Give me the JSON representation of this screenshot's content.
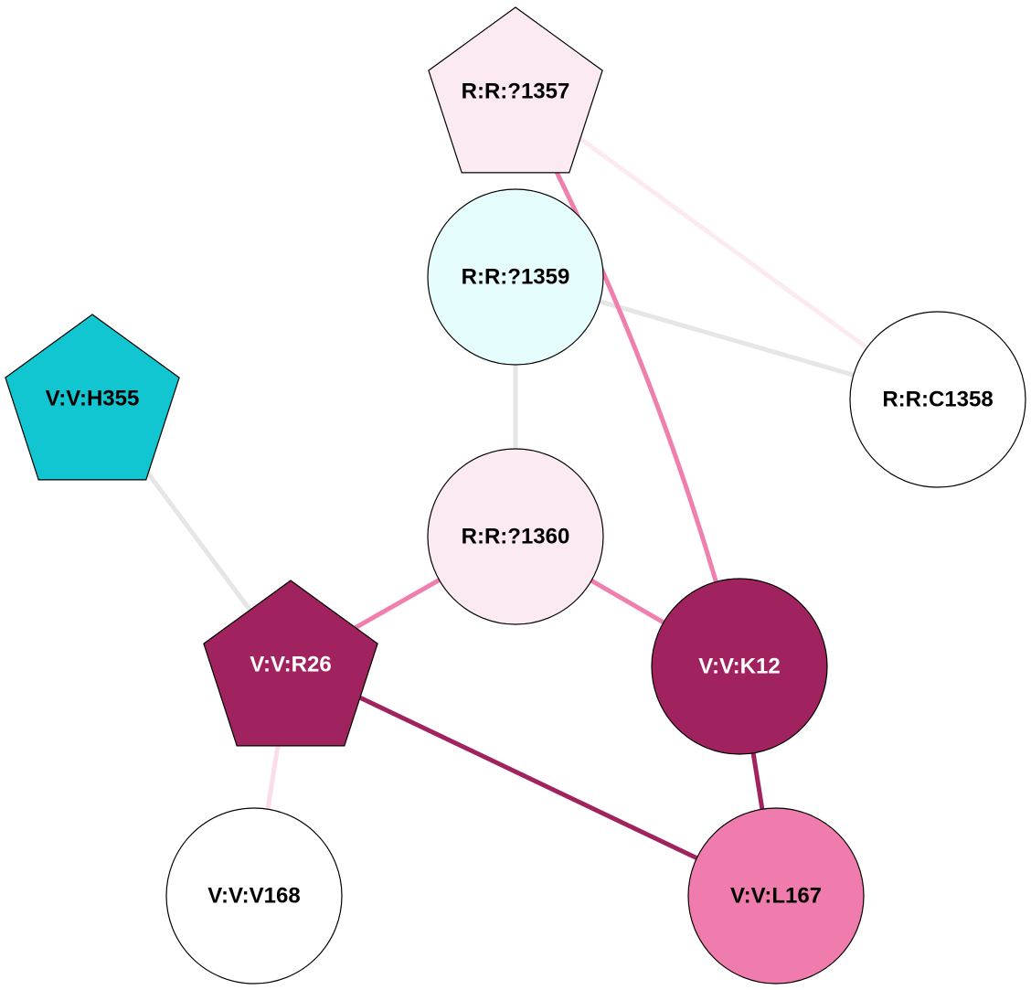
{
  "diagram": {
    "type": "residue-interaction-network",
    "colors": {
      "edge_gray": "#e6e6e6",
      "edge_light_pink": "#fcdcea",
      "edge_faint_pink": "#fbeaf2",
      "edge_pink": "#ef7fac",
      "edge_magenta": "#a0225e"
    },
    "nodes": [
      {
        "id": "n1357",
        "label": "R:R:?1357",
        "shape": "pentagon",
        "fill": "#fceaf2",
        "text_color": "#000000"
      },
      {
        "id": "n1359",
        "label": "R:R:?1359",
        "shape": "circle",
        "fill": "#e6fdfd",
        "text_color": "#000000"
      },
      {
        "id": "nC1358",
        "label": "R:R:C1358",
        "shape": "circle",
        "fill": "#ffffff",
        "text_color": "#000000"
      },
      {
        "id": "nH355",
        "label": "V:V:H355",
        "shape": "pentagon",
        "fill": "#11c6d1",
        "text_color": "#000000"
      },
      {
        "id": "n1360",
        "label": "R:R:?1360",
        "shape": "circle",
        "fill": "#fceaf2",
        "text_color": "#000000"
      },
      {
        "id": "nR26",
        "label": "V:V:R26",
        "shape": "pentagon",
        "fill": "#a0225e",
        "text_color": "#ffffff"
      },
      {
        "id": "nK12",
        "label": "V:V:K12",
        "shape": "circle",
        "fill": "#a0225e",
        "text_color": "#ffffff"
      },
      {
        "id": "nV168",
        "label": "V:V:V168",
        "shape": "circle",
        "fill": "#ffffff",
        "text_color": "#000000"
      },
      {
        "id": "nL167",
        "label": "V:V:L167",
        "shape": "circle",
        "fill": "#f07bad",
        "text_color": "#000000"
      }
    ],
    "edges": [
      {
        "id": "e-1357-C1358",
        "source": "n1357",
        "target": "nC1358",
        "color": "#fbeaf2"
      },
      {
        "id": "e-1359-C1358",
        "source": "n1359",
        "target": "nC1358",
        "color": "#e6e6e6"
      },
      {
        "id": "e-1359-1360",
        "source": "n1359",
        "target": "n1360",
        "color": "#e6e6e6"
      },
      {
        "id": "e-H355-R26",
        "source": "nH355",
        "target": "nR26",
        "color": "#e6e6e6"
      },
      {
        "id": "e-1357-K12",
        "source": "n1357",
        "target": "nK12",
        "color": "#ef7fac",
        "curved": true
      },
      {
        "id": "e-1360-R26",
        "source": "n1360",
        "target": "nR26",
        "color": "#ef7fac"
      },
      {
        "id": "e-1360-K12",
        "source": "n1360",
        "target": "nK12",
        "color": "#ef7fac"
      },
      {
        "id": "e-R26-V168",
        "source": "nR26",
        "target": "nV168",
        "color": "#fcdcea"
      },
      {
        "id": "e-R26-L167",
        "source": "nR26",
        "target": "nL167",
        "color": "#a0225e"
      },
      {
        "id": "e-K12-L167",
        "source": "nK12",
        "target": "nL167",
        "color": "#a0225e"
      }
    ]
  }
}
